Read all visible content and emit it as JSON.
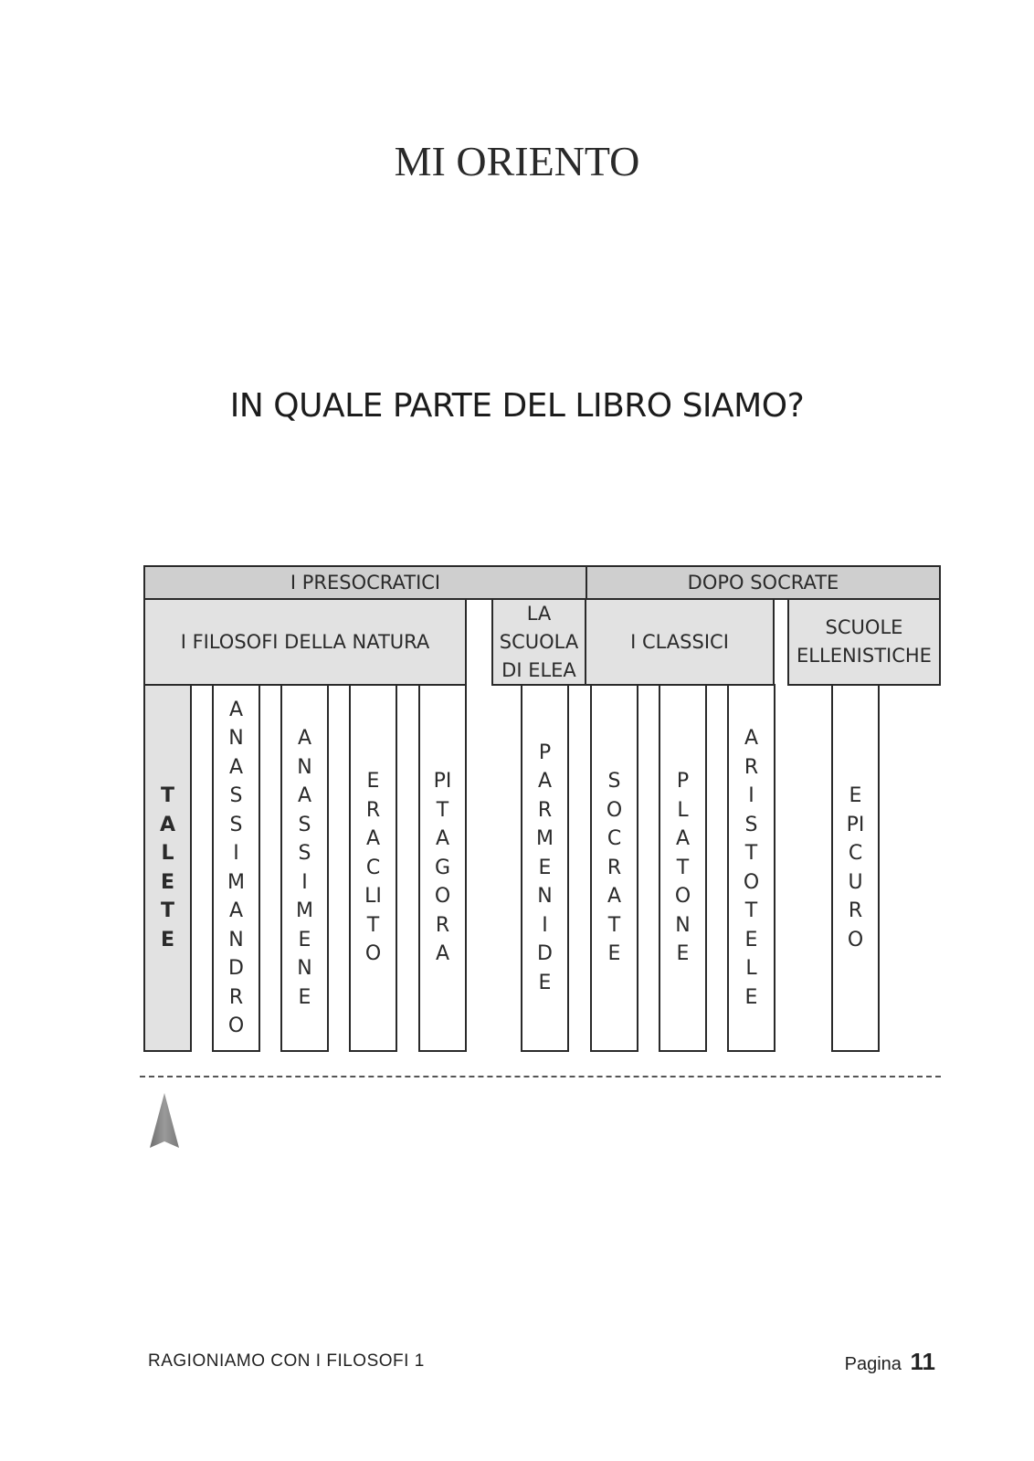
{
  "page": {
    "title": "MI ORIENTO",
    "question": "IN QUALE PARTE DEL LIBRO SIAMO?"
  },
  "diagram": {
    "top_headers": {
      "presocratici": "I PRESOCRATICI",
      "dopo_socrate": "DOPO SOCRATE"
    },
    "groups": {
      "filosofi_natura": "I FILOSOFI DELLA NATURA",
      "scuola_elea": "LA\nSCUOLA\nDI ELEA",
      "classici": "I CLASSICI",
      "scuole_ellenistiche": "SCUOLE\nELLENISTICHE"
    },
    "philosophers": {
      "talete": "TALETE",
      "anassimandro": "ANASSIMANDRO",
      "anassimene": "ANASSIMENE",
      "eraclito": "ERACLITO",
      "pitagora": "PITAGORA",
      "parmenide": "PARMENIDE",
      "socrate": "SOCRATE",
      "platone": "PLATONE",
      "aristotele": "ARISTOTELE",
      "epicuro": "EPICURO"
    },
    "current_position_icon": "arrow-up-icon",
    "colors": {
      "header_fill": "#cfcfcf",
      "group_fill": "#e2e2e2",
      "highlight_fill": "#e2e2e2",
      "border": "#2a2a2a"
    }
  },
  "footer": {
    "book_title": "RAGIONIAMO CON I FILOSOFI 1",
    "page_label": "Pagina",
    "page_number": "11"
  }
}
